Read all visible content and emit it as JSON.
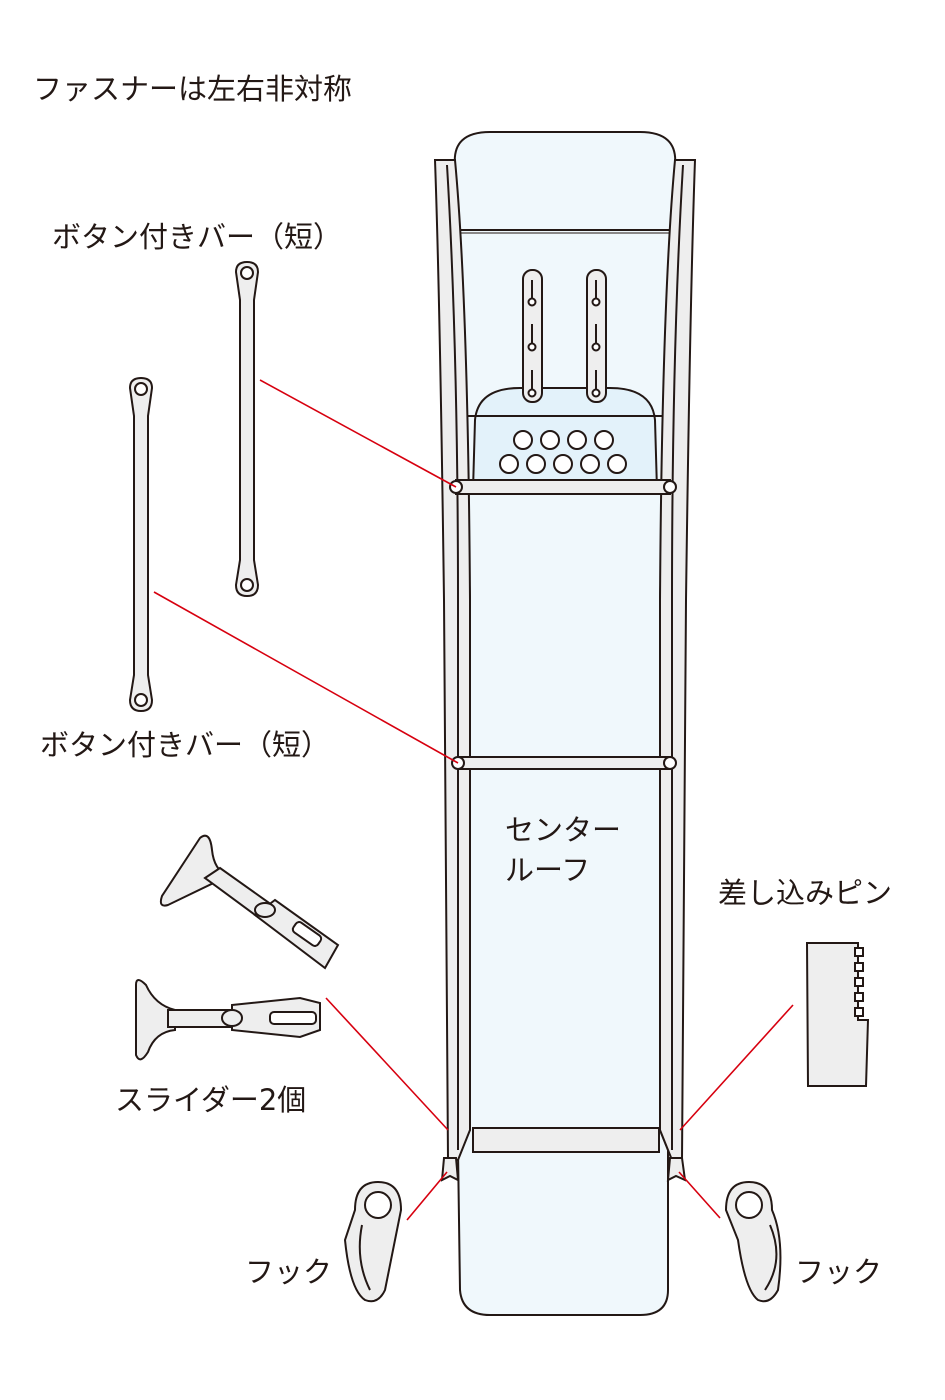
{
  "title": "ファスナーは左右非対称",
  "labels": {
    "button_bar_short_1": "ボタン付きバー（短）",
    "button_bar_short_2": "ボタン付きバー（短）",
    "center_roof_line1": "センター",
    "center_roof_line2": "ルーフ",
    "insert_pin": "差し込みピン",
    "sliders": "スライダー2個",
    "hook_left": "フック",
    "hook_right": "フック"
  },
  "colors": {
    "leader_line": "#d7000f",
    "panel_fill": "#f0f8fc",
    "part_fill": "#eeeeee"
  }
}
